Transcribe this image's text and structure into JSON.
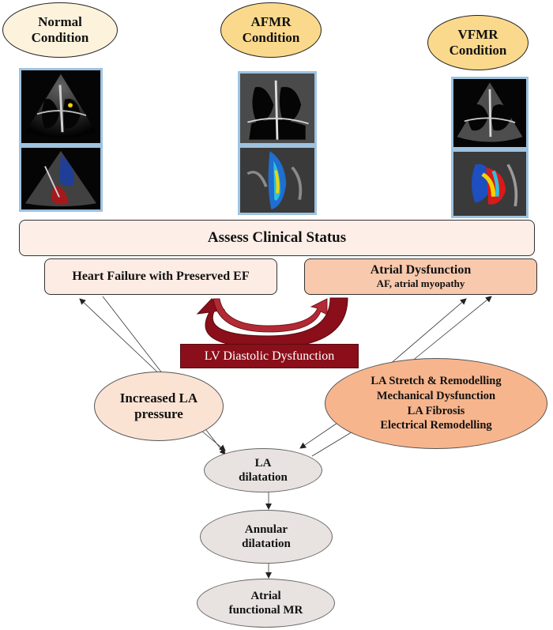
{
  "conditions": {
    "normal": [
      "Normal",
      "Condition"
    ],
    "afmr": [
      "AFMR",
      "Condition"
    ],
    "vfmr": [
      "VFMR",
      "Condition"
    ]
  },
  "assess": "Assess Clinical Status",
  "hfpef": "Heart Failure with Preserved EF",
  "atrial": {
    "title": "Atrial Dysfunction",
    "subtitle": "AF, atrial myopathy"
  },
  "lv_diastolic": "LV Diastolic Dysfunction",
  "increased_la": [
    "Increased LA",
    "pressure"
  ],
  "remodelling": [
    "LA Stretch & Remodelling",
    "Mechanical Dysfunction",
    "LA Fibrosis",
    "Electrical Remodelling"
  ],
  "la_dilatation": [
    "LA",
    "dilatation"
  ],
  "annular": [
    "Annular",
    "dilatation"
  ],
  "afmr_result": [
    "Atrial",
    "functional MR"
  ],
  "colors": {
    "normal_fill": "#fdf3dc",
    "condition_fill": "#fbd98c",
    "assess_fill": "#fdeee8",
    "hfpef_fill": "#fdece4",
    "atrial_fill": "#f9c9ad",
    "lv_fill": "#8a0f1a",
    "increased_fill": "#fbe3d4",
    "remodel_fill": "#f7b58d",
    "grey_fill": "#e8e3e0"
  }
}
